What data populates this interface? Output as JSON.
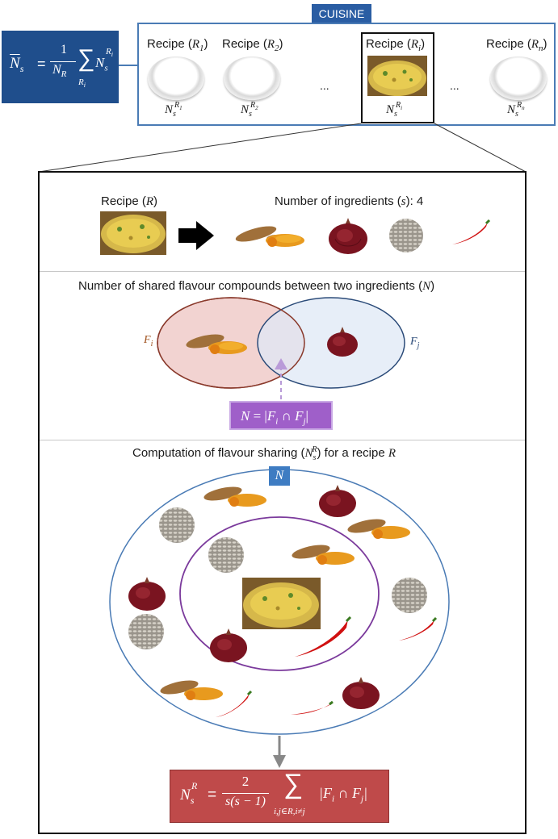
{
  "cuisine": {
    "title": "CUISINE",
    "formula": {
      "lhs": "N",
      "lhs_sub": "s",
      "eq": "=",
      "frac_num": "1",
      "frac_den_N": "N",
      "frac_den_sub": "R",
      "sum": "∑",
      "sum_sub": "R",
      "sum_subsub": "i",
      "term": "N",
      "term_sub": "s",
      "term_sup": "R",
      "term_supsub": "i"
    },
    "recipes": [
      {
        "label_prefix": "Recipe (",
        "var": "R",
        "sub": "1",
        "label_suffix": ")",
        "n_label": "N",
        "n_sub": "s",
        "n_sup": "R",
        "n_supsub": "1"
      },
      {
        "label_prefix": "Recipe (",
        "var": "R",
        "sub": "2",
        "label_suffix": ")",
        "n_label": "N",
        "n_sub": "s",
        "n_sup": "R",
        "n_supsub": "2"
      },
      {
        "label_prefix": "Recipe (",
        "var": "R",
        "sub": "i",
        "label_suffix": ")",
        "n_label": "N",
        "n_sub": "s",
        "n_sup": "R",
        "n_supsub": "i"
      },
      {
        "label_prefix": "Recipe (",
        "var": "R",
        "sub": "n",
        "label_suffix": ")",
        "n_label": "N",
        "n_sub": "s",
        "n_sup": "R",
        "n_supsub": "n"
      }
    ],
    "ellipsis": "..."
  },
  "ingredients_section": {
    "recipe_label_prefix": "Recipe (",
    "recipe_var": "R",
    "recipe_label_suffix": ")",
    "count_label_prefix": "Number of ingredients (",
    "count_var": "s",
    "count_label_suffix": "): 4",
    "ingredients": [
      "turmeric-icon",
      "onion-icon",
      "rice-icon",
      "chili-icon"
    ]
  },
  "shared_section": {
    "title_prefix": "Number of shared flavour compounds between two ingredients (",
    "title_var": "N",
    "title_suffix": ")",
    "left_label": "F",
    "left_sub": "i",
    "right_label": "F",
    "right_sub": "j",
    "formula": {
      "lhs": "N",
      "eq": " = |",
      "a": "F",
      "a_sub": "i",
      "cap": " ∩ ",
      "b": "F",
      "b_sub": "j",
      "end": "|"
    }
  },
  "computation_section": {
    "title_prefix": "Computation of flavour sharing (",
    "title_var": "N",
    "title_sub": "s",
    "title_sup": "R",
    "title_mid": ") for a recipe ",
    "title_end": "R",
    "badge": "N",
    "formula": {
      "lhs": "N",
      "lhs_sub": "s",
      "lhs_sup": "R",
      "eq": "=",
      "num": "2",
      "den": "s(s − 1)",
      "sum": "∑",
      "sum_sub": "i,j∈R,i≠j",
      "term": "|F",
      "term_a_sub": "i",
      "cap": " ∩ F",
      "term_b_sub": "j",
      "end": "|"
    }
  },
  "colors": {
    "dark_blue": "#1f4e8c",
    "venn_left": "#f2d3d1",
    "venn_right": "#dfe8f5",
    "purple": "#9f5fc9",
    "red": "#bf4a4a",
    "ring_blue": "#4a7bb5",
    "ring_purple": "#7b3a9c"
  }
}
